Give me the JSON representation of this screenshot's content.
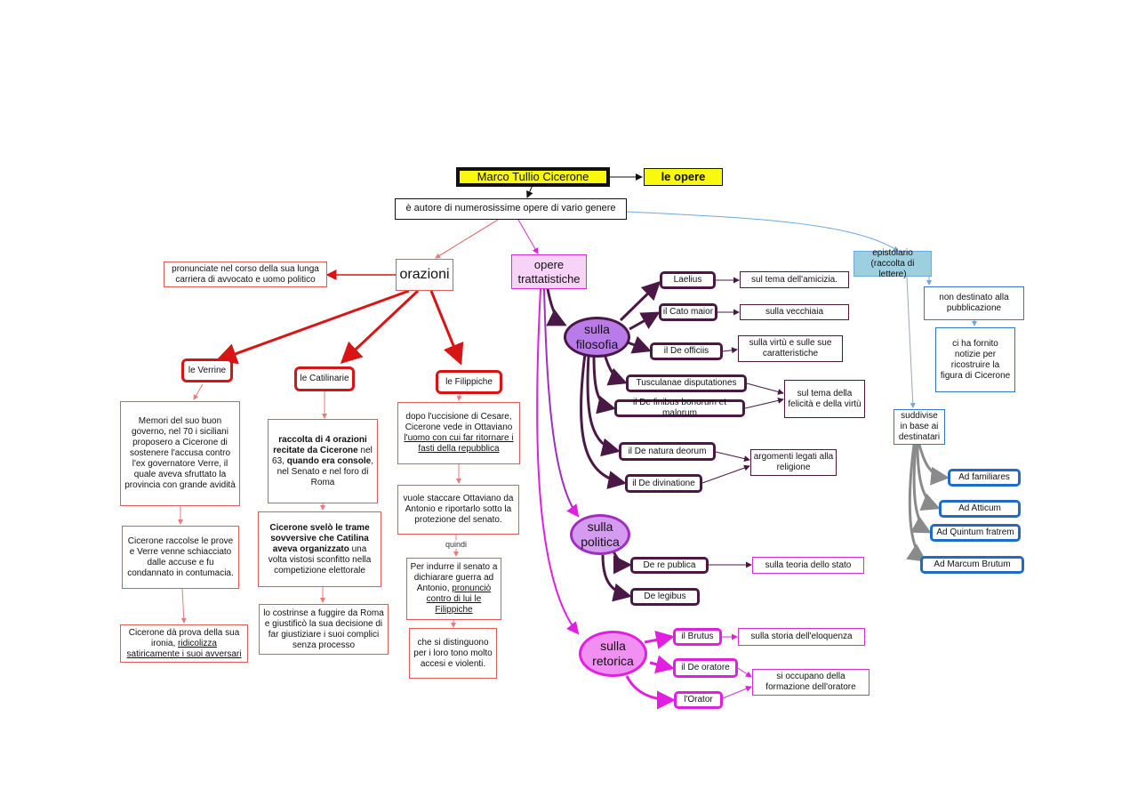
{
  "title": "Marco Tullio Cicerone",
  "subtitle": "le opere",
  "intro": "è autore di numerosissime opere di vario genere",
  "orazioni": {
    "label": "orazioni",
    "note": "pronunciate nel corso della sua lunga carriera di avvocato e uomo politico",
    "verrine": {
      "label": "le Verrine",
      "t1": "Memori del suo buon governo, nel 70 i siciliani proposero a Cicerone di sostenere l'accusa contro l'ex governatore Verre, il quale aveva sfruttato la provincia con grande avidità",
      "t2": "Cicerone raccolse le prove e Verre venne schiacciato dalle accuse e fu condannato in contumacia.",
      "t3a": "Cicerone dà prova della sua ironia, ",
      "t3b": "ridicolizza satiricamente i suoi avversari"
    },
    "catilinarie": {
      "label": "le Catilinarie",
      "t1a": "raccolta di 4 orazioni recitate da Cicerone",
      "t1b": " nel 63, ",
      "t1c": "quando era console",
      "t1d": ", nel Senato e nel foro di Roma",
      "t2a": "Cicerone svelò le trame sovversive che Catilina aveva organizzato",
      "t2b": " una volta vistosi sconfitto nella competizione elettorale",
      "t3": "lo costrinse a fuggire da Roma e giustificò la sua decisione di far giustiziare i suoi complici senza processo"
    },
    "filippiche": {
      "label": "le Filippiche",
      "t1a": "dopo l'uccisione di Cesare, Cicerone vede in Ottaviano ",
      "t1b": "l'uomo con cui far ritornare i fasti della repubblica",
      "t2": "vuole staccare Ottaviano da Antonio e riportarlo sotto la protezione del senato.",
      "link": "quindi",
      "t3a": "Per indurre il senato a dichiarare guerra ad Antonio, ",
      "t3b": "pronunciò contro di lui le Filippiche",
      "t4": "che si distinguono per i loro tono molto accesi e violenti."
    }
  },
  "trattati": {
    "label": "opere trattatistiche",
    "filosofia": {
      "label": "sulla filosofia",
      "works": [
        "Laelius",
        "il Cato maior",
        "il De officiis",
        "Tusculanae disputationes",
        "il De finibus bonorum et malorum",
        "il De natura deorum",
        "il De divinatione"
      ],
      "topics": [
        "sul tema dell'amicizia.",
        "sulla vecchiaia",
        "sulla virtù e sulle sue caratteristiche",
        "sul tema della felicità e della virtù",
        "argomenti legati alla religione"
      ]
    },
    "politica": {
      "label": "sulla politica",
      "works": [
        "De re publica",
        "De legibus"
      ],
      "topics": [
        "sulla teoria dello stato"
      ]
    },
    "retorica": {
      "label": "sulla retorica",
      "works": [
        "il Brutus",
        "il De oratore",
        "l'Orator"
      ],
      "topics": [
        "sulla storia dell'eloquenza",
        "si occupano della formazione dell'oratore"
      ]
    }
  },
  "epistolario": {
    "label": "epistolario (raccolta di lettere)",
    "n1": "non destinato alla pubblicazione",
    "n2": "ci ha fornito notizie per ricostruire la figura di Cicerone",
    "n3": "suddivise in base ai destinatari",
    "groups": [
      "Ad familiares",
      "Ad Atticum",
      "Ad Quintum fratrem",
      "Ad Marcum Brutum"
    ]
  },
  "colors": {
    "title_bg": "#f9f90f",
    "red": "#d71515",
    "purple": "#4a1845",
    "violet_bubble": "#b97be8",
    "magenta": "#e01fe0",
    "magenta_bubble": "#f28ff2",
    "pink_box": "#f8d3f8",
    "blue": "#1f6bc7",
    "light_blue": "#9ccfe0"
  }
}
